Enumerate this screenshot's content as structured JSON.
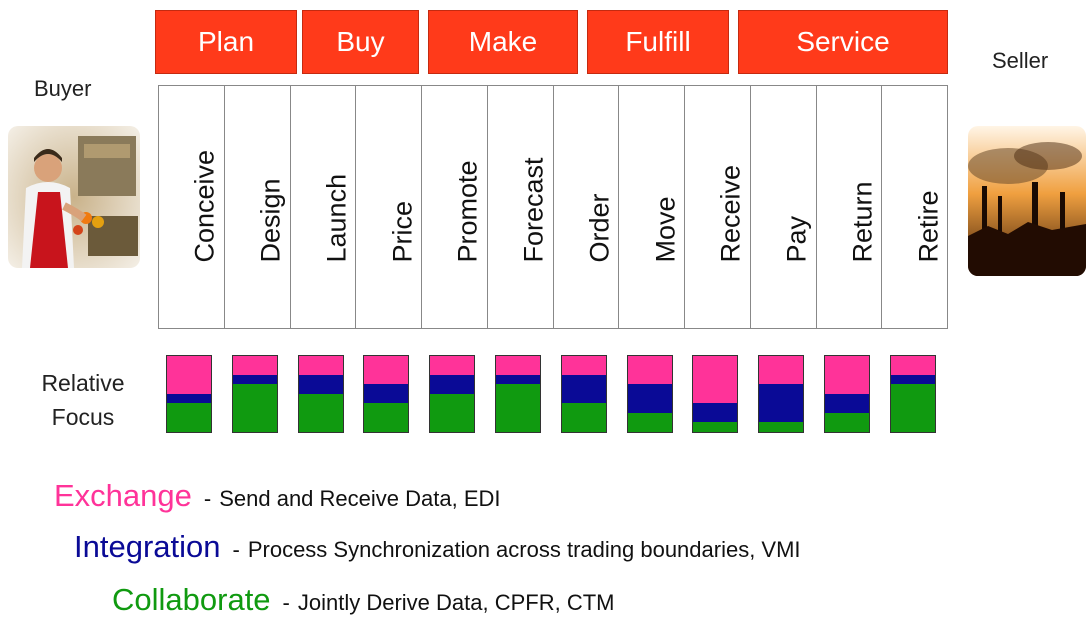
{
  "colors": {
    "phase_bg": "#ff3a1a",
    "exchange": "#ff3399",
    "integration": "#0a0a96",
    "collaborate": "#109a10"
  },
  "phases": [
    "Plan",
    "Buy",
    "Make",
    "Fulfill",
    "Service"
  ],
  "buyer_label": "Buyer",
  "seller_label": "Seller",
  "steps": [
    "Conceive",
    "Design",
    "Launch",
    "Price",
    "Promote",
    "Forecast",
    "Order",
    "Move",
    "Receive",
    "Pay",
    "Return",
    "Retire"
  ],
  "focus_label_line1": "Relative",
  "focus_label_line2": "Focus",
  "focus": [
    {
      "exchange": 0.5,
      "integration": 0.12,
      "collaborate": 0.38
    },
    {
      "exchange": 0.25,
      "integration": 0.12,
      "collaborate": 0.63
    },
    {
      "exchange": 0.25,
      "integration": 0.25,
      "collaborate": 0.5
    },
    {
      "exchange": 0.37,
      "integration": 0.25,
      "collaborate": 0.38
    },
    {
      "exchange": 0.25,
      "integration": 0.25,
      "collaborate": 0.5
    },
    {
      "exchange": 0.25,
      "integration": 0.12,
      "collaborate": 0.63
    },
    {
      "exchange": 0.25,
      "integration": 0.37,
      "collaborate": 0.38
    },
    {
      "exchange": 0.37,
      "integration": 0.38,
      "collaborate": 0.25
    },
    {
      "exchange": 0.62,
      "integration": 0.25,
      "collaborate": 0.13
    },
    {
      "exchange": 0.37,
      "integration": 0.5,
      "collaborate": 0.13
    },
    {
      "exchange": 0.5,
      "integration": 0.25,
      "collaborate": 0.25
    },
    {
      "exchange": 0.25,
      "integration": 0.12,
      "collaborate": 0.63
    }
  ],
  "legend": [
    {
      "term": "Exchange",
      "separator": "-",
      "desc": "Send and Receive Data, EDI"
    },
    {
      "term": "Integration",
      "separator": "-",
      "desc": "Process Synchronization across trading boundaries, VMI"
    },
    {
      "term": "Collaborate",
      "separator": "-",
      "desc": "Jointly Derive Data, CPFR, CTM"
    }
  ]
}
